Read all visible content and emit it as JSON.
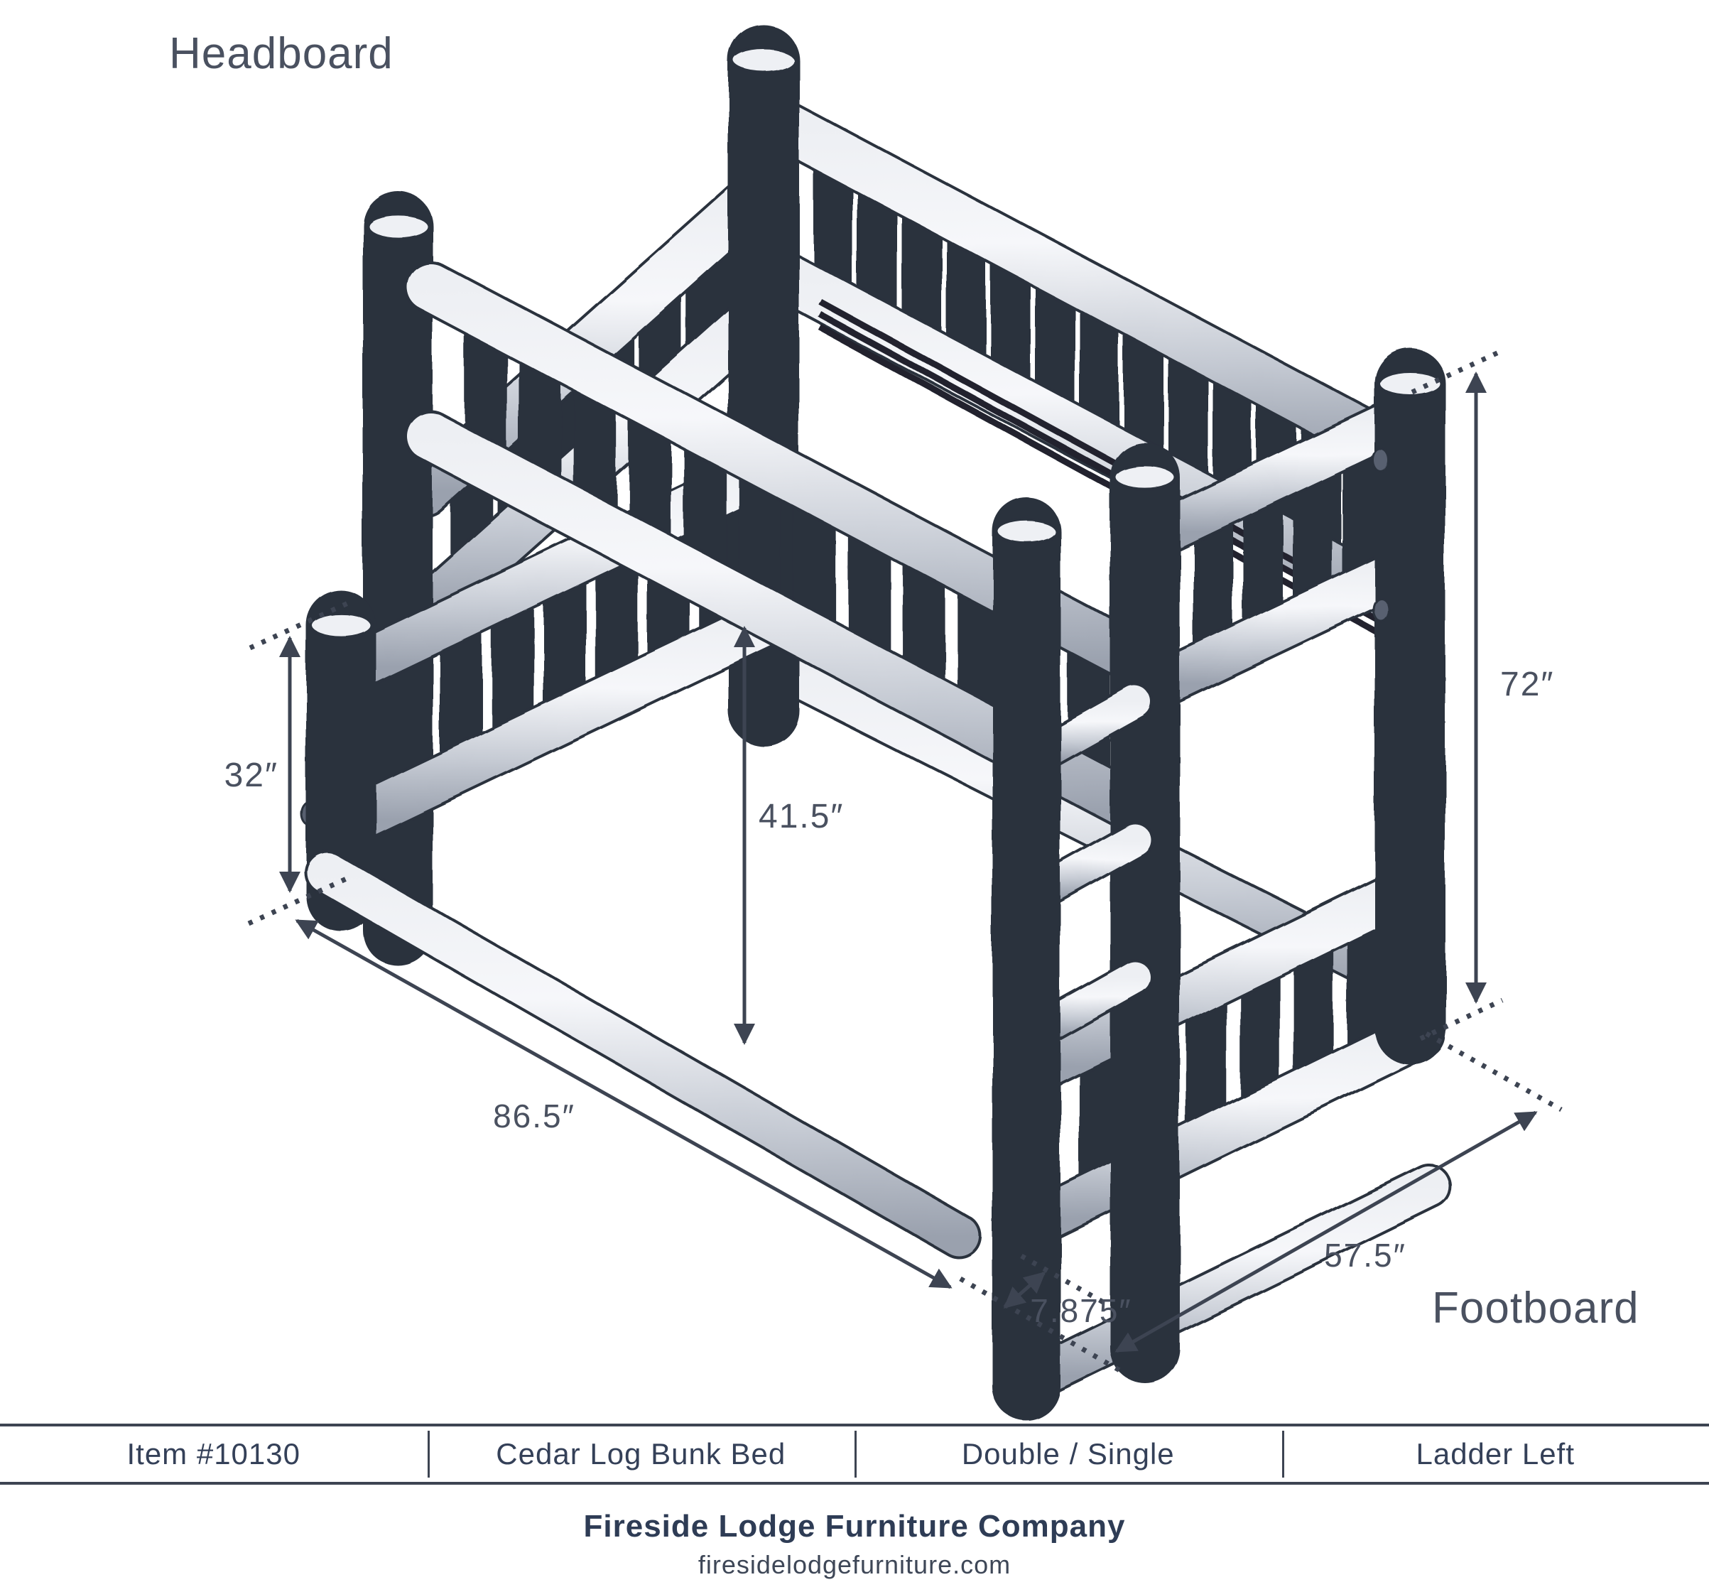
{
  "title_labels": {
    "headboard": "Headboard",
    "footboard": "Footboard"
  },
  "dimensions": {
    "lower_post_height": "32″",
    "overall_height": "72″",
    "upper_rail_height": "41.5″",
    "overall_length": "86.5″",
    "overall_width": "57.5″",
    "ladder_depth": "7.875″"
  },
  "spec_table": {
    "item": "Item #10130",
    "product": "Cedar Log Bunk Bed",
    "size": "Double / Single",
    "option": "Ladder Left"
  },
  "footer": {
    "company": "Fireside Lodge Furniture Company",
    "website": "firesidelodgefurniture.com"
  },
  "diagram": {
    "type": "isometric pencil-sketch line drawing",
    "subject": "cedar log bunk bed frame with spindle headboard, footboard and left-side ladder",
    "ink_color": "#3d4452",
    "log_color": "#d7dae1"
  }
}
